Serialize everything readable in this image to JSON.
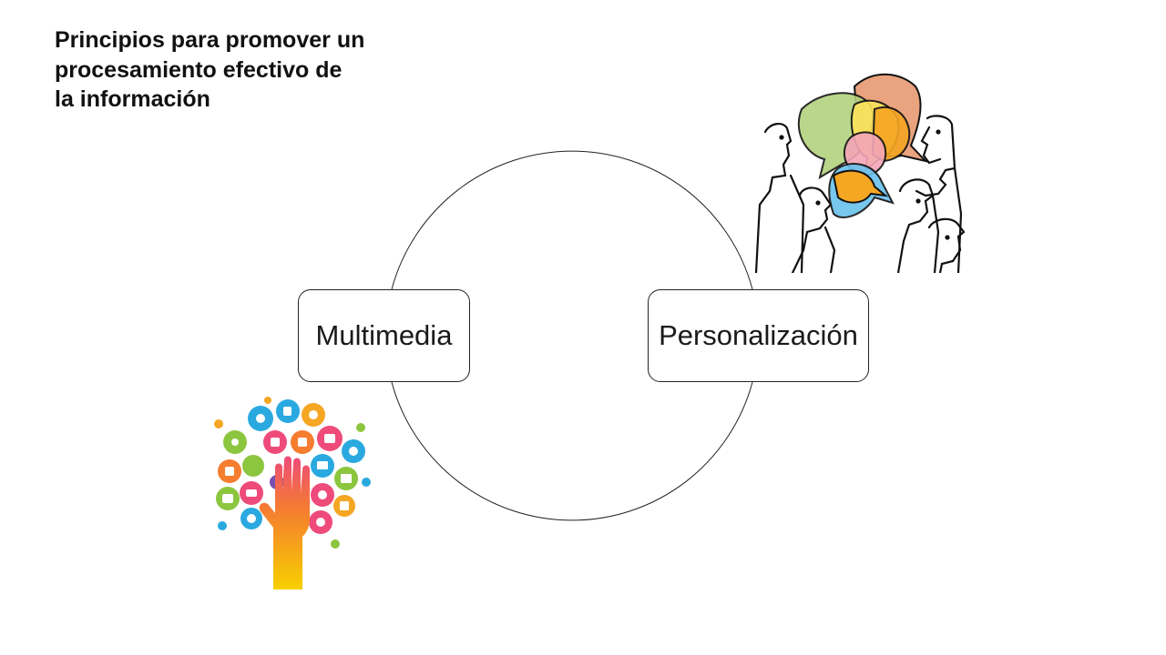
{
  "slide": {
    "title": "Principios para promover un\nprocesamiento efectivo de\nla información"
  },
  "diagram": {
    "type": "cycle",
    "nodes": [
      {
        "label": "Multimedia"
      },
      {
        "label": "Personalización"
      }
    ]
  },
  "illustrations": [
    {
      "icon": "people-talking-illustration",
      "colors": [
        "#e9a37e",
        "#b2d27f",
        "#fde45b",
        "#f4a6b8",
        "#f5a623",
        "#69c2ee"
      ]
    },
    {
      "icon": "multimedia-hand-tree-illustration",
      "colors": [
        "#f7d000",
        "#f57d30",
        "#ee4b7a",
        "#2aa9e0",
        "#8cc63f",
        "#7a4fb0"
      ]
    }
  ]
}
